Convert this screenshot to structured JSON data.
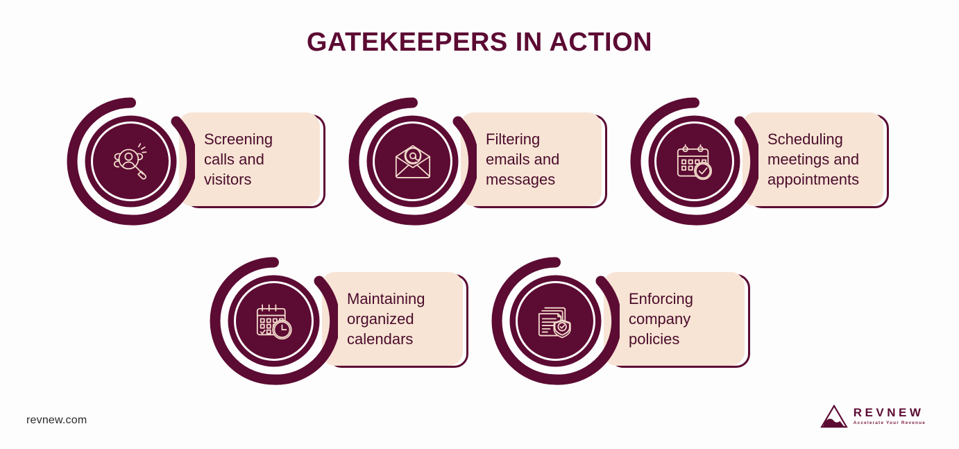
{
  "page": {
    "title": "GATEKEEPERS IN ACTION",
    "background_color": "#fdfdfd",
    "brand_color": "#5c0b33",
    "panel_color": "#f8e4d5",
    "icon_stroke_color": "#f3dccb"
  },
  "cards": [
    {
      "id": "screening-calls-and-visitors",
      "text": "Screening\ncalls and\nvisitors",
      "lines": [
        "Screening",
        "calls and",
        "visitors"
      ],
      "icon": "people-search-icon"
    },
    {
      "id": "filtering-emails-and-messages",
      "text": "Filtering\nemails and\nmessages",
      "lines": [
        "Filtering",
        "emails and",
        "messages"
      ],
      "icon": "email-at-icon"
    },
    {
      "id": "scheduling-meetings-and-appointments",
      "text": "Scheduling\nmeetings and\nappointments",
      "lines": [
        "Scheduling",
        "meetings and",
        "appointments"
      ],
      "icon": "calendar-check-icon"
    },
    {
      "id": "maintaining-organized-calendars",
      "text": "Maintaining\norganized\ncalendars",
      "lines": [
        "Maintaining",
        "organized",
        "calendars"
      ],
      "icon": "calendar-clock-icon"
    },
    {
      "id": "enforcing-company-policies",
      "text": "Enforcing\ncompany\npolicies",
      "lines": [
        "Enforcing",
        "company",
        "policies"
      ],
      "icon": "documents-shield-icon"
    }
  ],
  "footer": {
    "url": "revnew.com",
    "logo_name": "REVNEW",
    "logo_tagline": "Accelerate Your Revenue"
  }
}
